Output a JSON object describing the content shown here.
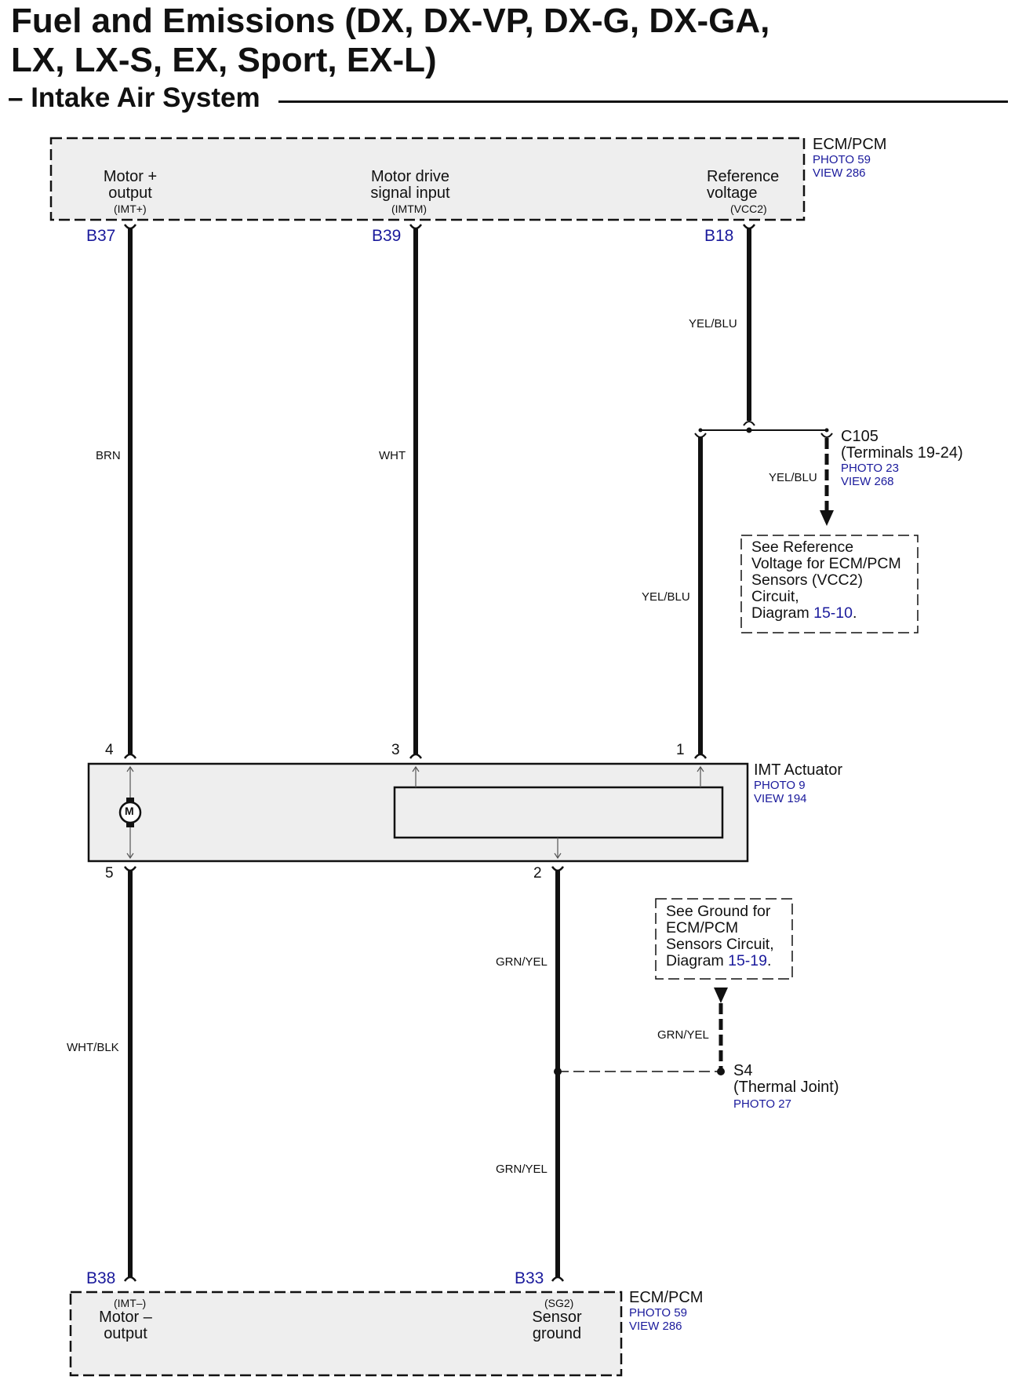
{
  "title": {
    "line1": "Fuel and Emissions (DX, DX-VP, DX-G, DX-GA,",
    "line2": "LX, LX-S, EX, Sport, EX-L)",
    "subtitle": "– Intake Air System"
  },
  "ecm_top": {
    "name": "ECM/PCM",
    "photo": "PHOTO 59",
    "view": "VIEW 286",
    "terminals": [
      {
        "label1": "Motor +",
        "label2": "output",
        "signal": "(IMT+)",
        "pin": "B37"
      },
      {
        "label1": "Motor drive",
        "label2": "signal input",
        "signal": "(IMTM)",
        "pin": "B39"
      },
      {
        "label1": "Reference",
        "label2": "voltage",
        "signal": "(VCC2)",
        "pin": "B18"
      }
    ]
  },
  "wires": {
    "brn": "BRN",
    "wht": "WHT",
    "yel_blu_top": "YEL/BLU",
    "yel_blu_branch": "YEL/BLU",
    "yel_blu_left": "YEL/BLU",
    "grn_yel_upper": "GRN/YEL",
    "grn_yel_branch": "GRN/YEL",
    "grn_yel_lower": "GRN/YEL",
    "wht_blk": "WHT/BLK"
  },
  "c105": {
    "name": "C105",
    "terminals": "(Terminals 19-24)",
    "photo": "PHOTO 23",
    "view": "VIEW 268"
  },
  "ref_box_vcc2": {
    "line1": "See Reference",
    "line2": "Voltage for ECM/PCM",
    "line3": "Sensors (VCC2)",
    "line4": "Circuit,",
    "diagram_word": "Diagram",
    "diagram_num": "15-10",
    "end": "."
  },
  "actuator": {
    "name": "IMT Actuator",
    "photo": "PHOTO 9",
    "view": "VIEW 194",
    "motor_symbol": "M",
    "pins": {
      "p4": "4",
      "p3": "3",
      "p1": "1",
      "p5": "5",
      "p2": "2"
    }
  },
  "ref_box_ground": {
    "line1": "See Ground for",
    "line2": "ECM/PCM",
    "line3": "Sensors Circuit,",
    "diagram_word": "Diagram",
    "diagram_num": "15-19",
    "end": "."
  },
  "s4": {
    "name": "S4",
    "desc": "(Thermal Joint)",
    "photo": "PHOTO 27"
  },
  "ecm_bottom": {
    "name": "ECM/PCM",
    "photo": "PHOTO 59",
    "view": "VIEW 286",
    "terminals": [
      {
        "signal": "(IMT–)",
        "label1": "Motor –",
        "label2": "output",
        "pin": "B38"
      },
      {
        "signal": "(SG2)",
        "label1": "Sensor",
        "label2": "ground",
        "pin": "B33"
      }
    ]
  },
  "colors": {
    "ink": "#111111",
    "reference_blue": "#1a1a9c",
    "box_fill": "#eeeeee"
  }
}
